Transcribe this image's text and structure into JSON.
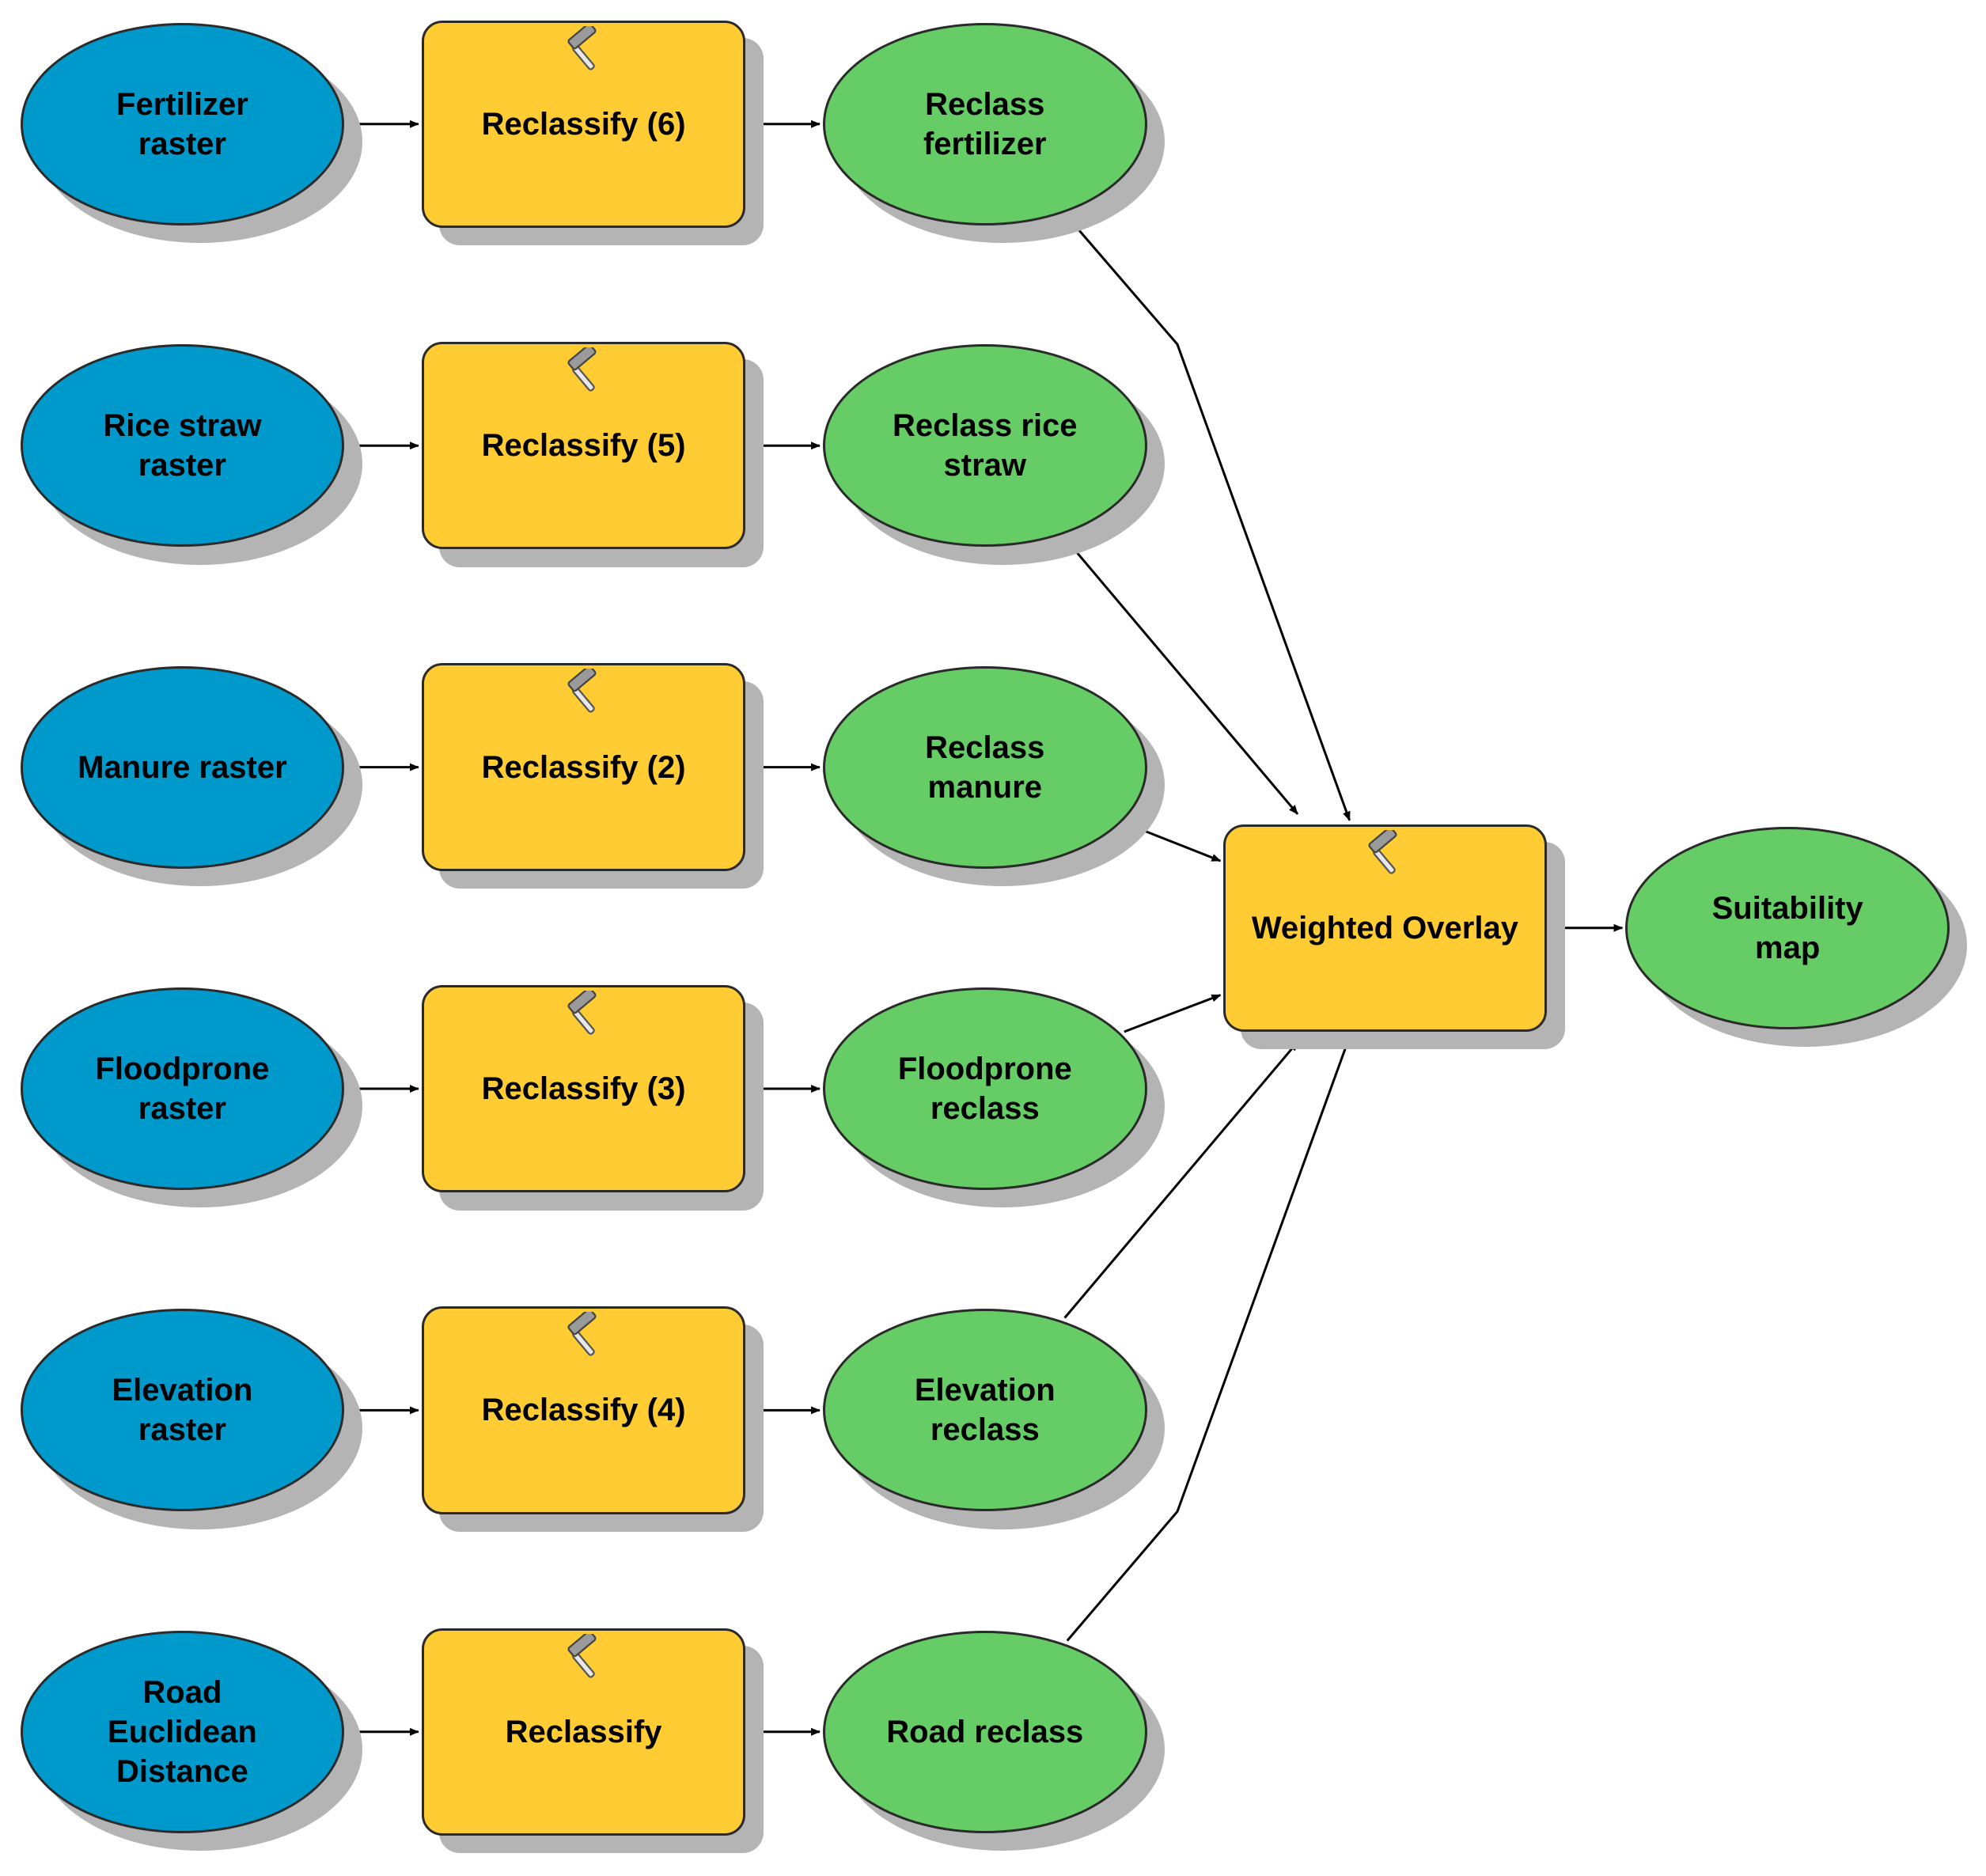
{
  "inputs": [
    {
      "id": "fertilizer-raster",
      "label": "Fertilizer\nraster"
    },
    {
      "id": "rice-straw-raster",
      "label": "Rice straw\nraster"
    },
    {
      "id": "manure-raster",
      "label": "Manure raster"
    },
    {
      "id": "floodprone-raster",
      "label": "Floodprone\nraster"
    },
    {
      "id": "elevation-raster",
      "label": "Elevation\nraster"
    },
    {
      "id": "road-euclidean-distance",
      "label": "Road\nEuclidean\nDistance"
    }
  ],
  "tools": [
    {
      "id": "reclassify-6",
      "label": "Reclassify (6)",
      "icon": "hammer-icon"
    },
    {
      "id": "reclassify-5",
      "label": "Reclassify (5)",
      "icon": "hammer-icon"
    },
    {
      "id": "reclassify-2",
      "label": "Reclassify (2)",
      "icon": "hammer-icon"
    },
    {
      "id": "reclassify-3",
      "label": "Reclassify (3)",
      "icon": "hammer-icon"
    },
    {
      "id": "reclassify-4",
      "label": "Reclassify (4)",
      "icon": "hammer-icon"
    },
    {
      "id": "reclassify",
      "label": "Reclassify",
      "icon": "hammer-icon"
    }
  ],
  "outputs": [
    {
      "id": "reclass-fertilizer",
      "label": "Reclass\nfertilizer"
    },
    {
      "id": "reclass-rice-straw",
      "label": "Reclass rice\nstraw"
    },
    {
      "id": "reclass-manure",
      "label": "Reclass\nmanure"
    },
    {
      "id": "floodprone-reclass",
      "label": "Floodprone\nreclass"
    },
    {
      "id": "elevation-reclass",
      "label": "Elevation\nreclass"
    },
    {
      "id": "road-reclass",
      "label": "Road reclass"
    }
  ],
  "overlay": {
    "id": "weighted-overlay",
    "label": "Weighted Overlay",
    "icon": "hammer-icon"
  },
  "result": {
    "id": "suitability-map",
    "label": "Suitability\nmap"
  },
  "colors": {
    "input": "#0099cc",
    "tool": "#ffcc33",
    "output": "#66cc66",
    "shadow": "#b4b4b4",
    "connector": "#000000"
  }
}
